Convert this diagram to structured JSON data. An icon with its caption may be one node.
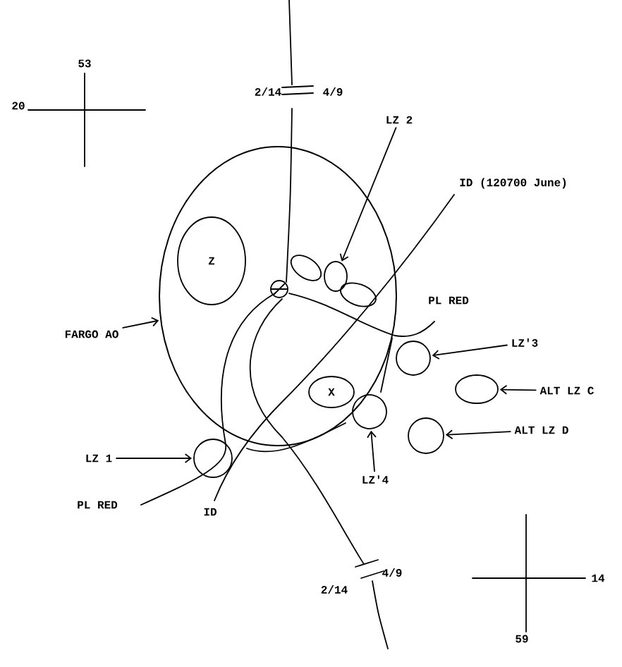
{
  "diagram": {
    "nodes": [
      {
        "text": [],
        "shape": "area"
      },
      {
        "text": [
          "Z"
        ],
        "in": 0
      },
      {
        "text": [
          "X"
        ],
        "in": 0
      },
      {
        "text": [
          "FARGO AO"
        ]
      },
      {
        "text": [
          "LZ 2"
        ]
      },
      {
        "text": [],
        "shape": "oval",
        "in": 0
      },
      {
        "text": [],
        "shape": "oval",
        "in": 0
      },
      {
        "text": [],
        "shape": "oval",
        "in": 0
      },
      {
        "text": [
          "LZ'3"
        ]
      },
      {
        "text": [],
        "shape": "circle"
      },
      {
        "text": [
          "ALT LZ C"
        ]
      },
      {
        "text": [],
        "shape": "oval"
      },
      {
        "text": [
          "ALT LZ D"
        ]
      },
      {
        "text": [],
        "shape": "circle"
      },
      {
        "text": [
          "LZ 1"
        ]
      },
      {
        "text": [],
        "shape": "circle"
      },
      {
        "text": [
          "LZ'4"
        ]
      },
      {
        "text": [],
        "shape": "circle",
        "in": 0
      }
    ],
    "edges": [
      {
        "from": 3,
        "to": 0,
        "arrow": "to"
      },
      {
        "from": 4,
        "to": 6,
        "arrow": "to"
      },
      {
        "from": 8,
        "to": 9,
        "arrow": "to"
      },
      {
        "from": 10,
        "to": 11,
        "arrow": "to"
      },
      {
        "from": 12,
        "to": 13,
        "arrow": "to"
      },
      {
        "from": 14,
        "to": 15,
        "arrow": "to"
      },
      {
        "from": 16,
        "to": 17,
        "arrow": "to"
      }
    ],
    "labels": [
      "53",
      "2/14",
      "4/9",
      "20",
      "ID (120700 June)",
      "PL RED",
      "PL RED",
      "ID",
      "4/9",
      "14",
      "2/14",
      "59"
    ]
  }
}
